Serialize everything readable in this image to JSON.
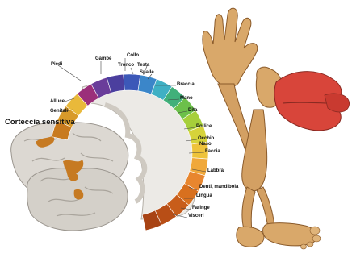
{
  "diagram": {
    "title": "Corteccia sensitiva",
    "labels_top": [
      "Gambe",
      "Collo",
      "Tronco",
      "Testa",
      "Spalle"
    ],
    "labels_left": [
      "Piedi",
      "Alluce",
      "Genitali"
    ],
    "labels_right": [
      "Braccia",
      "Mano",
      "Dita",
      "Pollice",
      "Occhio",
      "Naso",
      "Faccia",
      "Labbra",
      "Denti, mandibola",
      "Lingua",
      "Faringe",
      "Visceri"
    ]
  },
  "colors": {
    "gyrus": [
      "#c87a1e",
      "#d89a2a",
      "#e9b93a",
      "#9b2f7a",
      "#6a3d9a",
      "#4b3f9e",
      "#3c58b8",
      "#3b86c9",
      "#3fb0c4",
      "#41b07a",
      "#6cc04a",
      "#a6cf3a",
      "#d6d33a",
      "#eec33a",
      "#f0a83a",
      "#e8862e",
      "#d8701e",
      "#c85d1a",
      "#b84e16",
      "#a84314"
    ],
    "brain": "#d9d6d0",
    "highlight": "#c67a22",
    "skin": "#d9a86a",
    "lips": "#d8453a"
  }
}
